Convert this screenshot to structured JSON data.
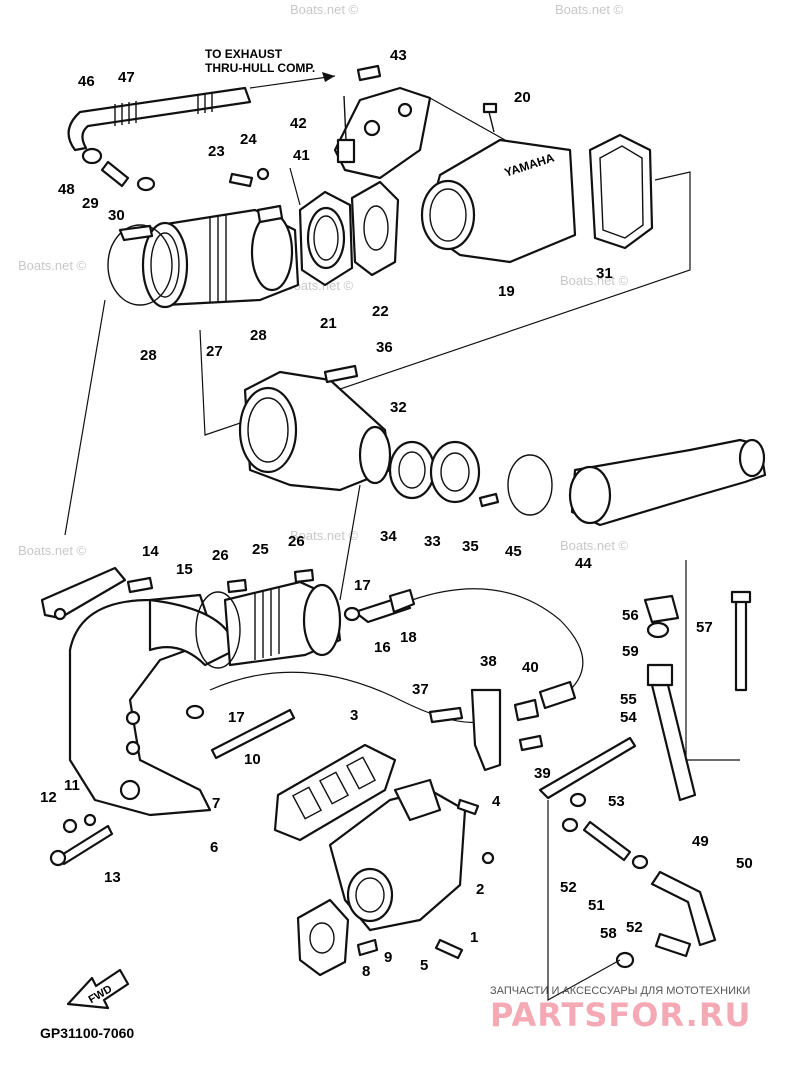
{
  "note": {
    "line1": "TO EXHAUST",
    "line2": "THRU-HULL COMP."
  },
  "part_code": "GP31100-7060",
  "fwd_label": "FWD",
  "nameplate": "YAMAHA",
  "watermark": "Boats.net ©",
  "branding": {
    "subtitle": "ЗАПЧАСТИ И АКСЕССУАРЫ ДЛЯ МОТОТЕХНИКИ",
    "logo": "PARTSFOR.RU"
  },
  "callouts": {
    "c1": "1",
    "c2": "2",
    "c3": "3",
    "c4": "4",
    "c5": "5",
    "c6": "6",
    "c7": "7",
    "c8": "8",
    "c9": "9",
    "c10": "10",
    "c11": "11",
    "c12": "12",
    "c13": "13",
    "c14": "14",
    "c15": "15",
    "c16": "16",
    "c17a": "17",
    "c17b": "17",
    "c18": "18",
    "c19": "19",
    "c20": "20",
    "c21": "21",
    "c22": "22",
    "c23": "23",
    "c24": "24",
    "c25": "25",
    "c26a": "26",
    "c26b": "26",
    "c27": "27",
    "c28a": "28",
    "c28b": "28",
    "c29": "29",
    "c30": "30",
    "c31": "31",
    "c32": "32",
    "c33": "33",
    "c34": "34",
    "c35": "35",
    "c36": "36",
    "c37": "37",
    "c38": "38",
    "c39": "39",
    "c40": "40",
    "c41": "41",
    "c42": "42",
    "c43": "43",
    "c44": "44",
    "c45": "45",
    "c46": "46",
    "c47": "47",
    "c48": "48",
    "c49": "49",
    "c50": "50",
    "c51": "51",
    "c52a": "52",
    "c52b": "52",
    "c53": "53",
    "c54": "54",
    "c55": "55",
    "c56": "56",
    "c57": "57",
    "c58": "58",
    "c59": "59"
  }
}
